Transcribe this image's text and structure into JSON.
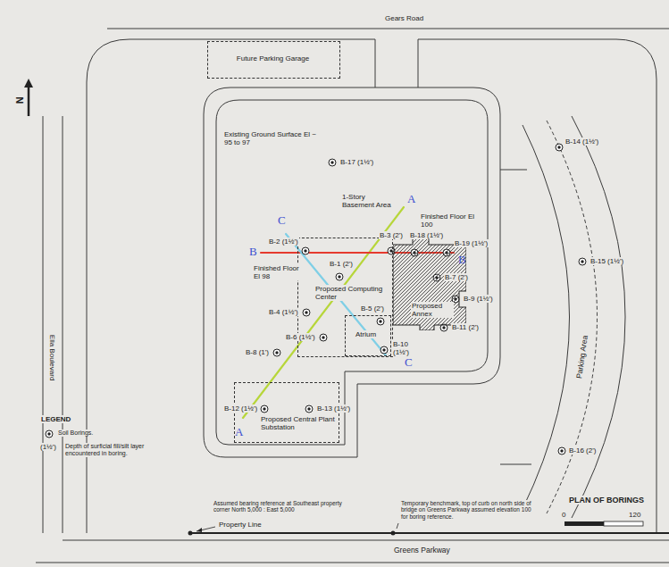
{
  "diagram": {
    "title": "PLAN OF BORINGS",
    "nodes": [
      {
        "text": [
          "Future Parking Garage"
        ]
      },
      {
        "text": [
          "Proposed Computing Center"
        ]
      },
      {
        "text": [
          "Atrium"
        ],
        "in": 1
      },
      {
        "text": [
          "Proposed Annex"
        ]
      },
      {
        "text": [
          "Proposed Central Plant Substation"
        ]
      }
    ],
    "labels": [
      "Gears Road",
      "Existing Ground Surface El ~ 95 to 97",
      "B-17 (1½')",
      "1-Story Basement Area",
      "A",
      "Finished Floor El 100",
      "C",
      "B",
      "B-2 (1½')",
      "B-3 (2')",
      "B-18 (1½')",
      "B",
      "B-19 (1½')",
      "Finished Floor El 98",
      "B-1 (2')",
      "B-7 (2')",
      "B-4 (1½')",
      "B-5 (2')",
      "B-9 (1½')",
      "B-6 (1½')",
      "B-11 (2')",
      "B-10 (1½')",
      "C",
      "B-8 (1')",
      "B-12 (1½')",
      "B-13 (1½')",
      "A",
      "B-14 (1½')",
      "B-15 (1½')",
      "B-16 (2')",
      "Parking Area",
      "Ella Boulevard",
      "LEGEND",
      "(1½')",
      "Assumed bearing reference at Southeast property corner North 5,000 : East 5,000",
      "Property Line",
      "Temporary benchmark, top of curb on north side of bridge on Greens Parkway assumed elevation 100 for boring reference.",
      "0",
      "120",
      "Greens Parkway",
      "N"
    ],
    "legend": [
      {
        "text": "Soil Borings."
      },
      {
        "text": "Depth of surficial fill/silt layer encountered in boring."
      }
    ]
  }
}
